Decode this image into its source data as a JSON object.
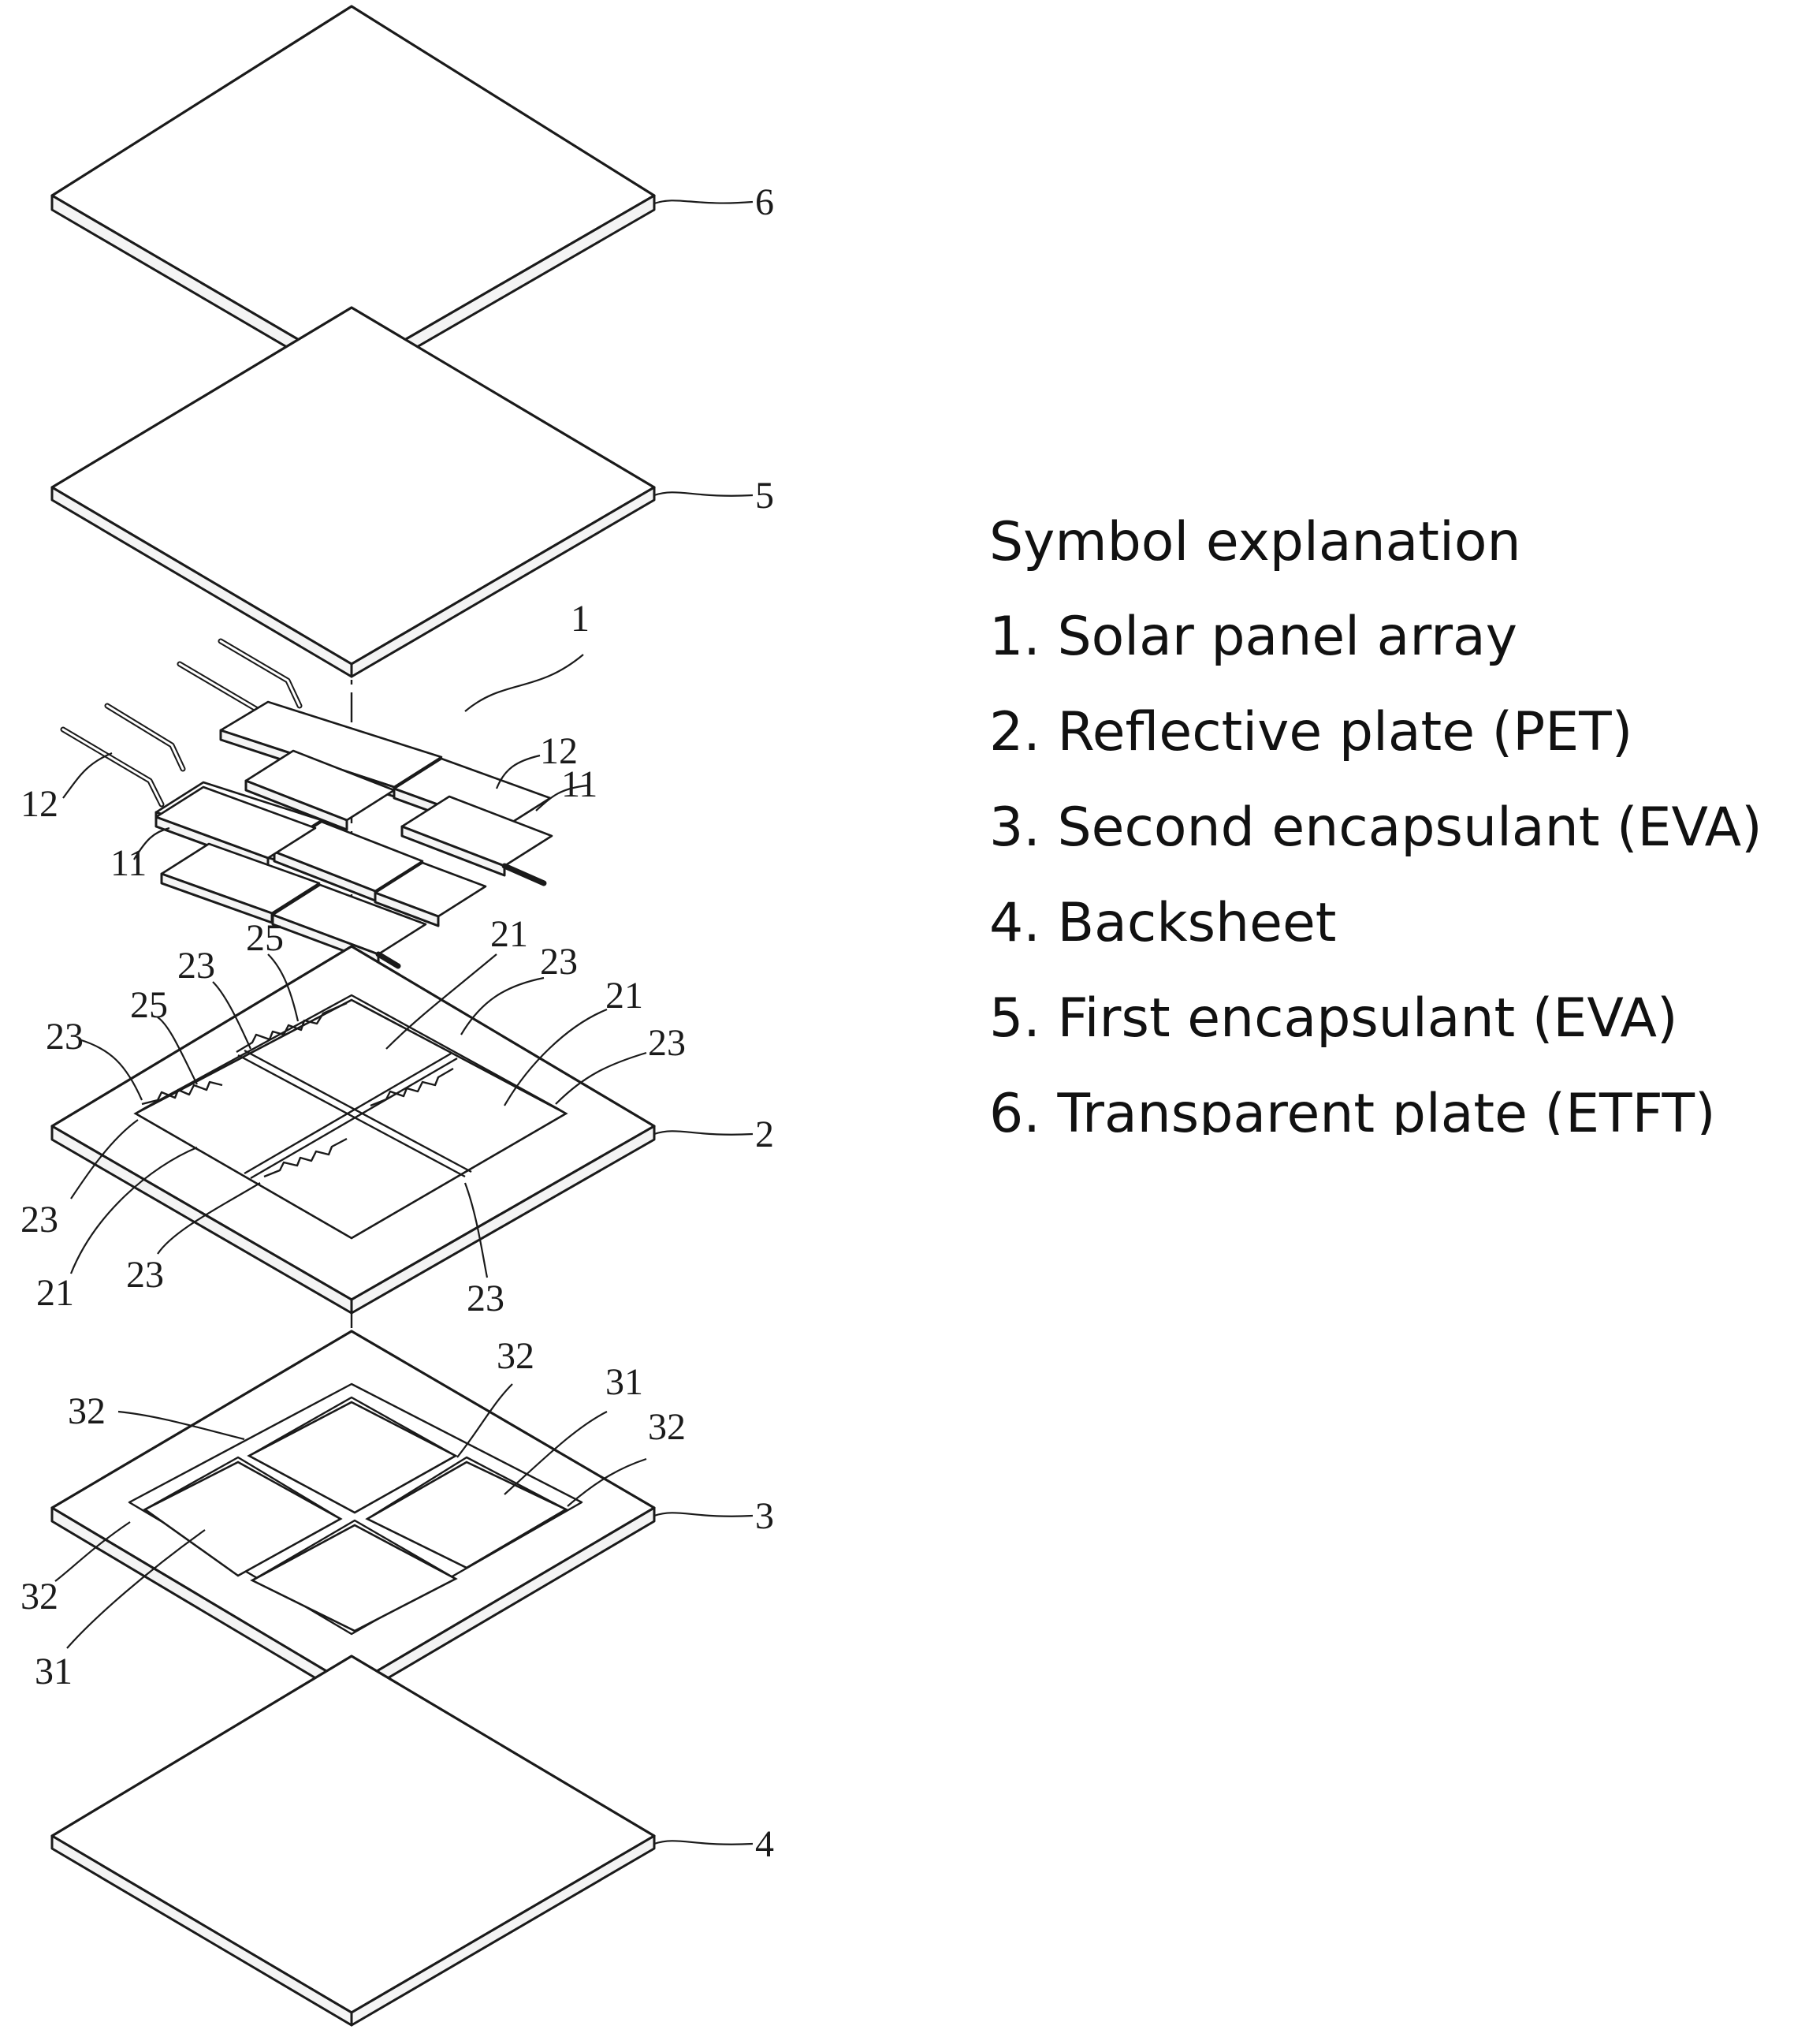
{
  "legend": {
    "title": "Symbol explanation",
    "items": [
      "1. Solar panel array",
      "2. Reflective plate (PET)",
      "3. Second encapsulant (EVA)",
      "4. Backsheet",
      "5. First encapsulant (EVA)",
      "6. Transparent plate (ETFT)"
    ]
  },
  "callouts": {
    "transparent_plate": "6",
    "first_encapsulant": "5",
    "solar_panel_array": "1",
    "busbar": "12",
    "solar_cell": "11",
    "reflective_plate": "2",
    "cell_opening": "21",
    "notch": "23",
    "tab": "25",
    "second_encapsulant": "3",
    "encapsulant_window": "31",
    "encapsulant_frame": "32",
    "backsheet": "4"
  }
}
